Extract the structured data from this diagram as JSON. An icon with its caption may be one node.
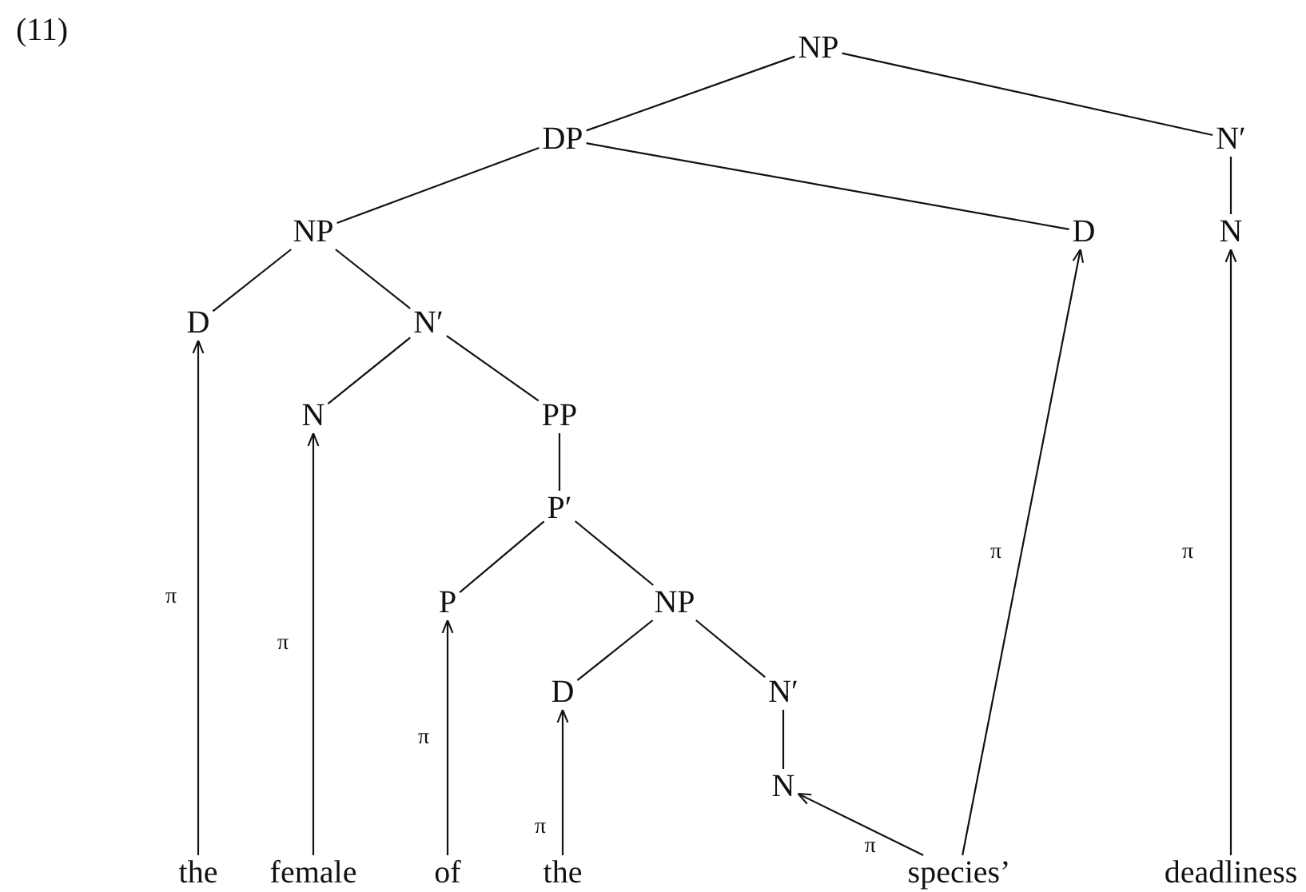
{
  "diagram": {
    "nodes": [
      {
        "text": [
          "NP"
        ]
      },
      {
        "text": [
          "DP"
        ]
      },
      {
        "text": [
          "N′"
        ]
      },
      {
        "text": [
          "NP"
        ]
      },
      {
        "text": [
          "D"
        ]
      },
      {
        "text": [
          "N"
        ]
      },
      {
        "text": [
          "D"
        ]
      },
      {
        "text": [
          "N′"
        ]
      },
      {
        "text": [
          "N"
        ]
      },
      {
        "text": [
          "PP"
        ]
      },
      {
        "text": [
          "P′"
        ]
      },
      {
        "text": [
          "P"
        ]
      },
      {
        "text": [
          "NP"
        ]
      },
      {
        "text": [
          "D"
        ]
      },
      {
        "text": [
          "N′"
        ]
      },
      {
        "text": [
          "N"
        ]
      },
      {
        "text": [
          "the"
        ]
      },
      {
        "text": [
          "female"
        ]
      },
      {
        "text": [
          "of"
        ]
      },
      {
        "text": [
          "the"
        ]
      },
      {
        "text": [
          "species’"
        ]
      },
      {
        "text": [
          "deadliness"
        ]
      }
    ],
    "edges": [
      {
        "from": 0,
        "to": 1,
        "arrow": "none"
      },
      {
        "from": 0,
        "to": 2,
        "arrow": "none"
      },
      {
        "from": 1,
        "to": 3,
        "arrow": "none"
      },
      {
        "from": 1,
        "to": 4,
        "arrow": "none"
      },
      {
        "from": 2,
        "to": 5,
        "arrow": "none"
      },
      {
        "from": 3,
        "to": 6,
        "arrow": "none"
      },
      {
        "from": 3,
        "to": 7,
        "arrow": "none"
      },
      {
        "from": 7,
        "to": 8,
        "arrow": "none"
      },
      {
        "from": 7,
        "to": 9,
        "arrow": "none"
      },
      {
        "from": 9,
        "to": 10,
        "arrow": "none"
      },
      {
        "from": 10,
        "to": 11,
        "arrow": "none"
      },
      {
        "from": 10,
        "to": 12,
        "arrow": "none"
      },
      {
        "from": 12,
        "to": 13,
        "arrow": "none"
      },
      {
        "from": 12,
        "to": 14,
        "arrow": "none"
      },
      {
        "from": 14,
        "to": 15,
        "arrow": "none"
      },
      {
        "from": 16,
        "to": 6,
        "arrow": "to",
        "label": "π"
      },
      {
        "from": 17,
        "to": 8,
        "arrow": "to",
        "label": "π"
      },
      {
        "from": 18,
        "to": 11,
        "arrow": "to",
        "label": "π"
      },
      {
        "from": 19,
        "to": 13,
        "arrow": "to",
        "label": "π"
      },
      {
        "from": 20,
        "to": 15,
        "arrow": "to",
        "label": "π"
      },
      {
        "from": 20,
        "to": 4,
        "arrow": "to",
        "label": "π"
      },
      {
        "from": 21,
        "to": 5,
        "arrow": "to",
        "label": "π"
      }
    ],
    "labels": [
      "(11)"
    ]
  }
}
